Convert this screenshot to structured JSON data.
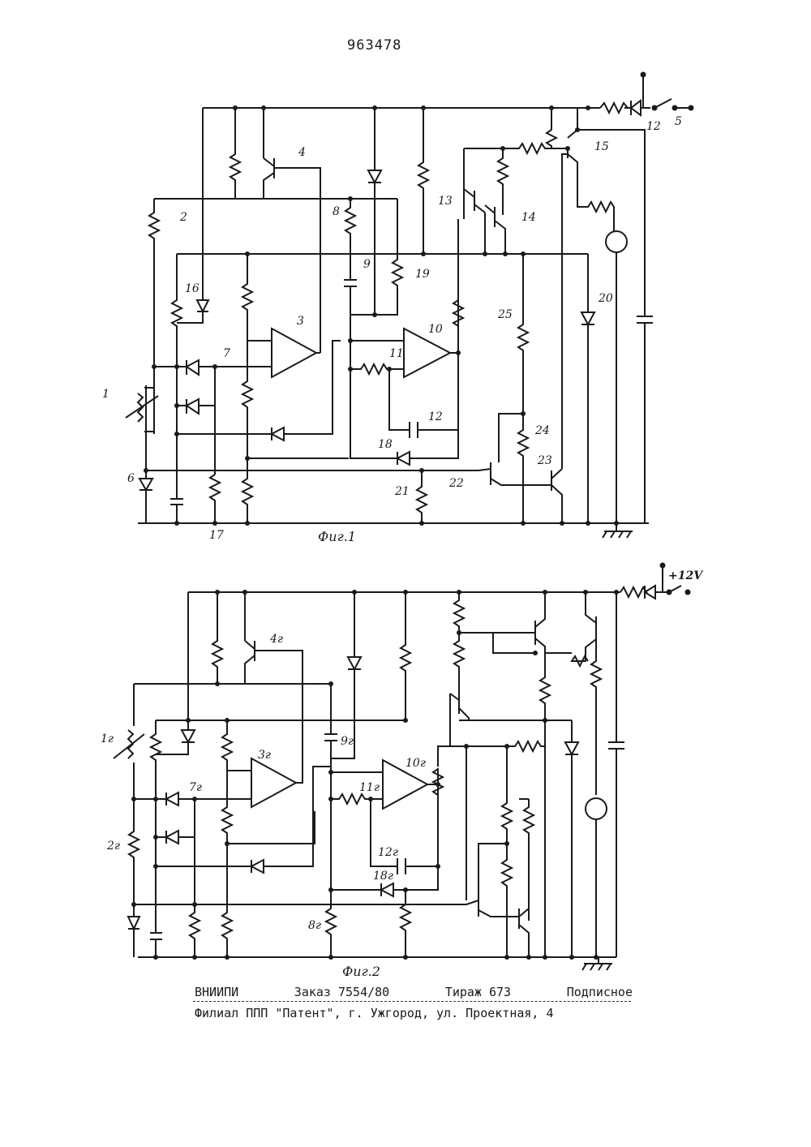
{
  "document": {
    "patent_number": "963478"
  },
  "figure1": {
    "caption": "Фиг.1",
    "labels": {
      "l1": "1",
      "l2": "2",
      "l3": "3",
      "l4": "4",
      "l5": "5",
      "l6": "6",
      "l7": "7",
      "l8": "8",
      "l9": "9",
      "l10": "10",
      "l11": "11",
      "l12a": "12",
      "l12b": "12",
      "l13": "13",
      "l14": "14",
      "l15": "15",
      "l16": "16",
      "l17": "17",
      "l18": "18",
      "l19": "19",
      "l20": "20",
      "l21": "21",
      "l22": "22",
      "l23": "23",
      "l24": "24",
      "l25": "25"
    }
  },
  "figure2": {
    "caption": "Фиг.2",
    "supply": "+12V",
    "labels": {
      "l1": "1г",
      "l2": "2г",
      "l3": "3г",
      "l4": "4г",
      "l7": "7г",
      "l8": "8г",
      "l9": "9г",
      "l10": "10г",
      "l11": "11г",
      "l12": "12г",
      "l18": "18г"
    }
  },
  "footer": {
    "org": "ВНИИПИ",
    "order": "Заказ 7554/80",
    "circulation": "Тираж 673",
    "subscription": "Подписное",
    "branch": "Филиал ППП \"Патент\", г. Ужгород, ул. Проектная, 4"
  }
}
